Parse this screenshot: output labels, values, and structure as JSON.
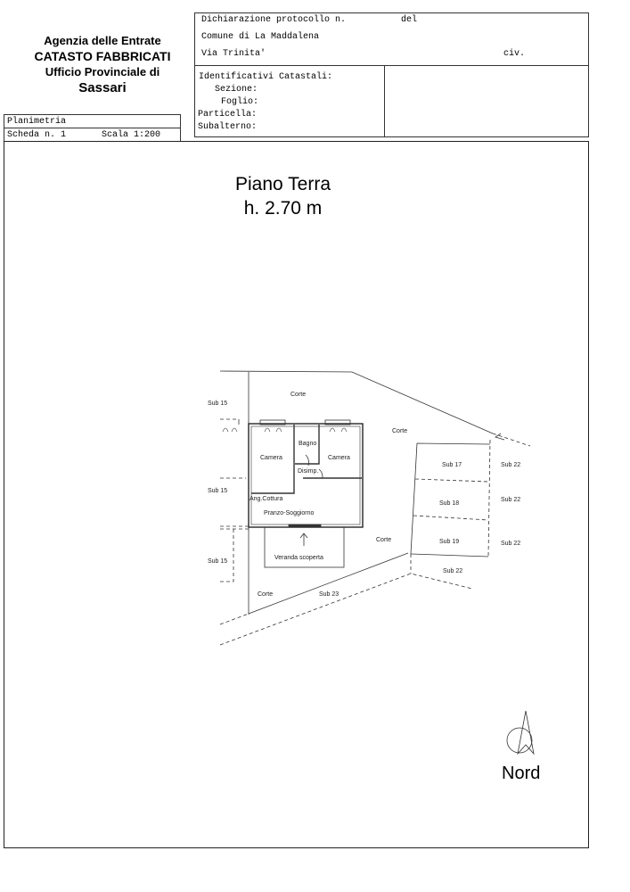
{
  "header": {
    "agency": "Agenzia delle Entrate",
    "registry": "CATASTO FABBRICATI",
    "office": "Ufficio Provinciale di",
    "city": "Sassari"
  },
  "declaration": {
    "protocol_label": "Dichiarazione protocollo n.",
    "date_label": "del",
    "municipality": "Comune di La Maddalena",
    "street": "Via Trinita'",
    "civic_label": "civ."
  },
  "identifiers": {
    "title": "Identificativi Catastali:",
    "sezione": "Sezione:",
    "foglio": "Foglio:",
    "particella": "Particella:",
    "subalterno": "Subalterno:"
  },
  "sheet": {
    "type": "Planimetria",
    "scheda": "Scheda n. 1",
    "scala": "Scala 1:200"
  },
  "plan": {
    "floor": "Piano Terra",
    "height": "h. 2.70 m",
    "labels": {
      "corte_top": "Corte",
      "corte_right": "Corte",
      "corte_mid": "Corte",
      "corte_bottom": "Corte",
      "sub15_a": "Sub 15",
      "sub15_b": "Sub 15",
      "sub15_c": "Sub 15",
      "bagno": "Bagno",
      "camera_left": "Camera",
      "camera_right": "Camera",
      "disimpegno": "Disimp.",
      "angolo_cottura": "Ang.Cottura",
      "pranzo": "Pranzo-Soggiorno",
      "veranda": "Veranda scoperta",
      "sub17": "Sub 17",
      "sub18": "Sub 18",
      "sub19": "Sub 19",
      "sub22_a": "Sub 22",
      "sub22_b": "Sub 22",
      "sub22_c": "Sub 22",
      "sub22_d": "Sub 22",
      "sub23": "Sub 23"
    },
    "north_label": "Nord"
  }
}
